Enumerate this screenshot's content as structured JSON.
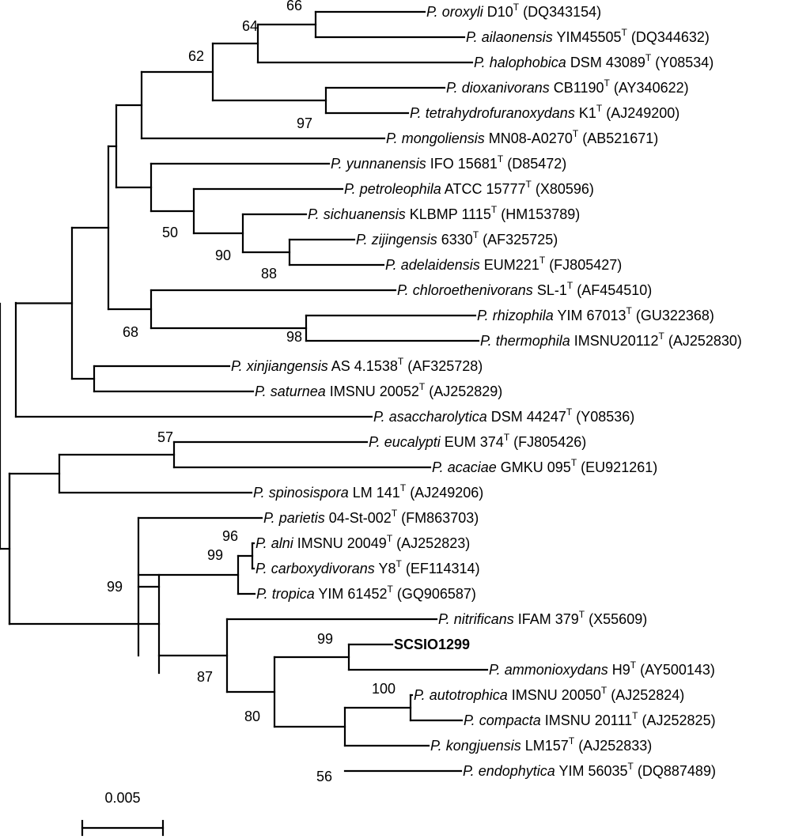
{
  "tree": {
    "leaves": [
      {
        "id": "oroxyli",
        "genus": "P.",
        "species": "oroxyli",
        "strain": "D10",
        "type_strain": "T",
        "accession": "(DQ343154)"
      },
      {
        "id": "ailaonensis",
        "genus": "P.",
        "species": "ailaonensis",
        "strain": "YIM45505",
        "type_strain": "T",
        "accession": "(DQ344632)"
      },
      {
        "id": "halophobica",
        "genus": "P.",
        "species": "halophobica",
        "strain": "DSM 43089",
        "type_strain": "T",
        "accession": "(Y08534)"
      },
      {
        "id": "dioxanivorans",
        "genus": "P.",
        "species": "dioxanivorans",
        "strain": "CB1190",
        "type_strain": "T",
        "accession": "(AY340622)"
      },
      {
        "id": "tetrahydrofuranoxydans",
        "genus": "P.",
        "species": "tetrahydrofuranoxydans",
        "strain": "K1",
        "type_strain": "T",
        "accession": "(AJ249200)"
      },
      {
        "id": "mongoliensis",
        "genus": "P.",
        "species": "mongoliensis",
        "strain": "MN08-A0270",
        "type_strain": "T",
        "accession": "(AB521671)"
      },
      {
        "id": "yunnanensis",
        "genus": "P.",
        "species": "yunnanensis",
        "strain": "IFO 15681",
        "type_strain": "T",
        "accession": "(D85472)"
      },
      {
        "id": "petroleophila",
        "genus": "P.",
        "species": "petroleophila",
        "strain": "ATCC 15777",
        "type_strain": "T",
        "accession": "(X80596)"
      },
      {
        "id": "sichuanensis",
        "genus": "P.",
        "species": "sichuanensis",
        "strain": "KLBMP 1115",
        "type_strain": "T",
        "accession": "(HM153789)"
      },
      {
        "id": "zijingensis",
        "genus": "P.",
        "species": "zijingensis",
        "strain": "6330",
        "type_strain": "T",
        "accession": "(AF325725)"
      },
      {
        "id": "adelaidensis",
        "genus": "P.",
        "species": "adelaidensis",
        "strain": "EUM221",
        "type_strain": "T",
        "accession": "(FJ805427)"
      },
      {
        "id": "chloroethenivorans",
        "genus": "P.",
        "species": "chloroethenivorans",
        "strain": "SL-1",
        "type_strain": "T",
        "accession": "(AF454510)"
      },
      {
        "id": "rhizophila",
        "genus": "P.",
        "species": "rhizophila",
        "strain": "YIM 67013",
        "type_strain": "T",
        "accession": "(GU322368)"
      },
      {
        "id": "thermophila",
        "genus": "P.",
        "species": "thermophila",
        "strain": "IMSNU20112",
        "type_strain": "T",
        "accession": "(AJ252830)"
      },
      {
        "id": "xinjiangensis",
        "genus": "P.",
        "species": "xinjiangensis",
        "strain": "AS 4.1538",
        "type_strain": "T",
        "accession": "(AF325728)"
      },
      {
        "id": "saturnea",
        "genus": "P.",
        "species": "saturnea",
        "strain": "IMSNU 20052",
        "type_strain": "T",
        "accession": "(AJ252829)"
      },
      {
        "id": "asaccharolytica",
        "genus": "P.",
        "species": "asaccharolytica",
        "strain": "DSM 44247",
        "type_strain": "T",
        "accession": "(Y08536)"
      },
      {
        "id": "eucalypti",
        "genus": "P.",
        "species": "eucalypti",
        "strain": "EUM 374",
        "type_strain": "T",
        "accession": "(FJ805426)"
      },
      {
        "id": "acaciae",
        "genus": "P.",
        "species": "acaciae",
        "strain": "GMKU 095",
        "type_strain": "T",
        "accession": "(EU921261)"
      },
      {
        "id": "spinosispora",
        "genus": "P.",
        "species": "spinosispora",
        "strain": "LM 141",
        "type_strain": "T",
        "accession": "(AJ249206)"
      },
      {
        "id": "parietis",
        "genus": "P.",
        "species": "parietis",
        "strain": "04-St-002",
        "type_strain": "T",
        "accession": "(FM863703)"
      },
      {
        "id": "alni",
        "genus": "P.",
        "species": "alni",
        "strain": "IMSNU 20049",
        "type_strain": "T",
        "accession": "(AJ252823)"
      },
      {
        "id": "carboxydivorans",
        "genus": "P.",
        "species": "carboxydivorans",
        "strain": "Y8",
        "type_strain": "T",
        "accession": "(EF114314)"
      },
      {
        "id": "tropica",
        "genus": "P.",
        "species": "tropica",
        "strain": "YIM 61452",
        "type_strain": "T",
        "accession": "(GQ906587)"
      },
      {
        "id": "nitrificans",
        "genus": "P.",
        "species": "nitrificans",
        "strain": "IFAM 379",
        "type_strain": "T",
        "accession": "(X55609)"
      },
      {
        "id": "scsio",
        "bold_label": "SCSIO1299"
      },
      {
        "id": "ammonioxydans",
        "genus": "P.",
        "species": "ammonioxydans",
        "strain": "H9",
        "type_strain": "T",
        "accession": "(AY500143)"
      },
      {
        "id": "autotrophica",
        "genus": "P.",
        "species": "autotrophica",
        "strain": "IMSNU 20050",
        "type_strain": "T",
        "accession": "(AJ252824)"
      },
      {
        "id": "compacta",
        "genus": "P.",
        "species": "compacta",
        "strain": "IMSNU 20111",
        "type_strain": "T",
        "accession": "(AJ252825)"
      },
      {
        "id": "kongjuensis",
        "genus": "P.",
        "species": "kongjuensis",
        "strain": "LM157",
        "type_strain": "T",
        "accession": "(AJ252833)"
      },
      {
        "id": "endophytica",
        "genus": "P.",
        "species": "endophytica",
        "strain": "YIM 56035",
        "type_strain": "T",
        "accession": "(DQ887489)"
      }
    ],
    "bootstrap": [
      {
        "id": "bs-66",
        "value": "66"
      },
      {
        "id": "bs-64",
        "value": "64"
      },
      {
        "id": "bs-62",
        "value": "62"
      },
      {
        "id": "bs-97",
        "value": "97"
      },
      {
        "id": "bs-50",
        "value": "50"
      },
      {
        "id": "bs-90",
        "value": "90"
      },
      {
        "id": "bs-88",
        "value": "88"
      },
      {
        "id": "bs-68",
        "value": "68"
      },
      {
        "id": "bs-98",
        "value": "98"
      },
      {
        "id": "bs-57",
        "value": "57"
      },
      {
        "id": "bs-96",
        "value": "96"
      },
      {
        "id": "bs-99a",
        "value": "99"
      },
      {
        "id": "bs-99b",
        "value": "99"
      },
      {
        "id": "bs-99c",
        "value": "99"
      },
      {
        "id": "bs-87",
        "value": "87"
      },
      {
        "id": "bs-100",
        "value": "100"
      },
      {
        "id": "bs-80",
        "value": "80"
      },
      {
        "id": "bs-56",
        "value": "56"
      }
    ],
    "scale_bar": {
      "label": "0.005",
      "value": 0.005
    }
  }
}
